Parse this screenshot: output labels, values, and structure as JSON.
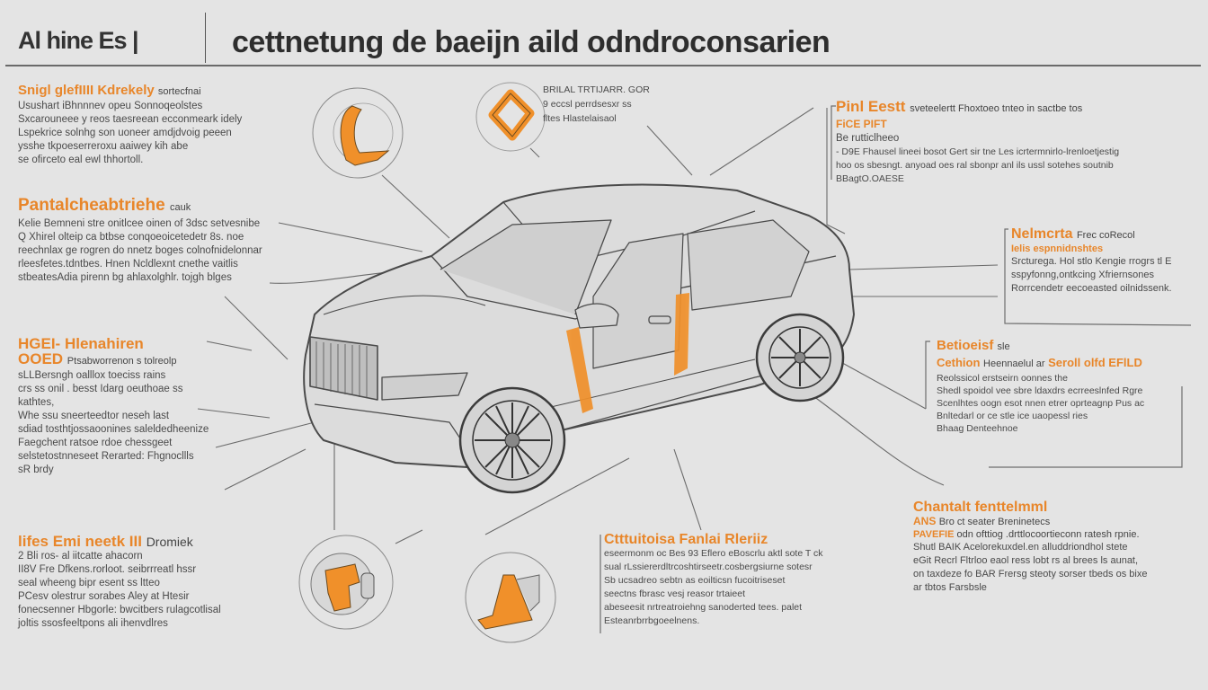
{
  "header": {
    "brand": "Al hine Es |",
    "title": "cettnetung de baeijn aild odndroconsarien"
  },
  "colors": {
    "background": "#e4e4e4",
    "accent": "#f0902a",
    "ink": "#3a3a3a"
  },
  "callouts": [
    {
      "id": "top-left",
      "heading": "Snigl glefIIII Kdrekely",
      "heading_tail": "sortecfnai",
      "lines": [
        "Usushart iBhnnnev opeu Sonnoqeolstes",
        "Sxcarouneee y reos taesreean ecconmeark idely",
        "Lspekrice solnhg son uoneer amdjdvoig peeen",
        "ysshe tkpoeserreroxu aaiwey kih abe",
        "se ofirceto eal ewl thhortoll."
      ]
    },
    {
      "id": "mid-left-1",
      "heading": "Pantalcheabtriehe",
      "heading_tail": "cauk",
      "lines": [
        "Kelie  Bemneni stre onitlcee oinen of 3dsc setvesnibe",
        "Q Xhirel  olteip ca btbse conqoeoicetedetr 8s. noe",
        "reechnlax ge rogren do nnetz boges  colnofnidelonnar",
        "rleesfetes.tdntbes. Hnen Ncldlexnt  cnethe vaitlis",
        "stbeatesAdia pirenn bg  ahlaxolghlr. tojgh blges"
      ]
    },
    {
      "id": "mid-left-2",
      "heading": "HGEI- Hlenahiren",
      "heading_sub": "OOED",
      "lines": [
        "Ptsabworrenon s tolreolp",
        "sLLBersngh oalllox toeciss  rains",
        "crs ss onil .  besst  Idarg oeuthoae ss",
        "kathtes,",
        "Whe ssu  sneerteedtor neseh   last",
        "sdiad tosthtjossaoonines saleldedheenize",
        "Faegchent ratsoe rdoe chessgeet",
        "selstetostnneseet Rerarted: Fhgnocllls",
        "sR brdy"
      ]
    },
    {
      "id": "bottom-left",
      "heading": "lifes Emi neetk III",
      "heading_tail": "Dromiek",
      "lines": [
        "2 Bli  ros- al iitcatte  ahacorn",
        "II8V  Fre Dfkens.rorloot. seibrrreatl hssr",
        "seal wheeng bipr   esent ss ltteo",
        "PCesv olestrur sorabes Aley at Htesir",
        "fonecsenner Hbgorle: bwcitbers rulagcotlisal",
        "joltis ssosfeeltpons  ali  ihenvdlres"
      ]
    },
    {
      "id": "top-center",
      "lines": [
        "BRILAL TRTIJARR. GOR",
        "9 eccsl perrdsesxr ss",
        "fltes Hlastelaisaol"
      ]
    },
    {
      "id": "top-right",
      "heading": "Pinl Eestt",
      "heading_sub": "FiCE PIFT",
      "heading_tail": "sveteelertt  Fhoxtoeo tnteo in sactbe tos",
      "lines": [
        "Be rutticlheeo",
        "- D9E  Fhausel lineei bosot Gert sir tne Les icrtermnirlo-lrenloetjestig",
        "hoo os sbesngt.   anyoad oes ral sbonpr anl ils ussl sotehes   soutnib",
        "BBagtO.OAESE"
      ]
    },
    {
      "id": "right-1",
      "heading": "Nelmcrta",
      "heading_sub": "Ielis  espnnidnshtes",
      "heading_tail": "Frec coRecol",
      "lines": [
        "Srcturega. Hol  stlo Kengie rrogrs tl E",
        "sspyfonng,ontkcing Xfriernsones",
        "Rorrcendetr eecoeasted oilnidssenk."
      ]
    },
    {
      "id": "right-2",
      "heading": "Betioeisf",
      "heading_sub": "Cethion",
      "heading_tail": "sle",
      "inline_accent": "Seroll olfd EFlLD",
      "lines": [
        "Heennaelul ar",
        "Reolssicol erstseirn oonnes the",
        "Shedl spoidol vee sbre  ldaxdrs ecrreeslnfed  Rgre",
        "Scenlhtes oogn esot nnen etrer oprteagnp  Pus ac",
        "Bnltedarl  or ce stle  ice uaopessl ries",
        "Bhaag Denteehnoe"
      ]
    },
    {
      "id": "bottom-right",
      "heading": "Chantalt fenttelmml",
      "heading_sub": "ANS",
      "heading_sub2": "PAVEFIE",
      "lines": [
        "Bro ct seater Breninetecs",
        "odn ofttiog  .drttlocoortieconn  ratesh rpnie.",
        "Shutl BAIK  Acelorekuxdel.en  alluddriondhol stete",
        "eGit Recrl Fltrloo  eaol ress lobt rs al brees  ls aunat,",
        "on taxdeze fo BAR  Frersg  steoty sorser tbeds os bixe",
        "ar tbtos Farsbsle"
      ]
    },
    {
      "id": "bottom-center",
      "heading": "Ctttuitoisa Fanlai Rleriiz",
      "lines": [
        "eseermonm oc Bes  93 Eflero  eBoscrlu  aktl sote T ck",
        "sual rLssiererdltrcoshtirseetr.cosbergsiurne  sotesr",
        "Sb ucsadreo sebtn as eoilticsn fucoitriseset",
        "seectns fbrasc vesj  reasor trtaieet",
        "abeseesit nrtreatroiehng  sanoderted  tees. palet",
        "Esteanrbrrbgoeelnens."
      ]
    }
  ],
  "detail_circles": [
    {
      "id": "circle-top-left",
      "label": "pillar-bracket-detail"
    },
    {
      "id": "circle-top-center",
      "label": "ring-reinforcement-detail"
    },
    {
      "id": "circle-bottom-left",
      "label": "seat-mount-detail"
    },
    {
      "id": "circle-bottom-center",
      "label": "frame-node-detail"
    }
  ],
  "car": {
    "description": "transparent wireframe SUV with highlighted B and C pillars",
    "highlight_color": "#f0902a"
  }
}
